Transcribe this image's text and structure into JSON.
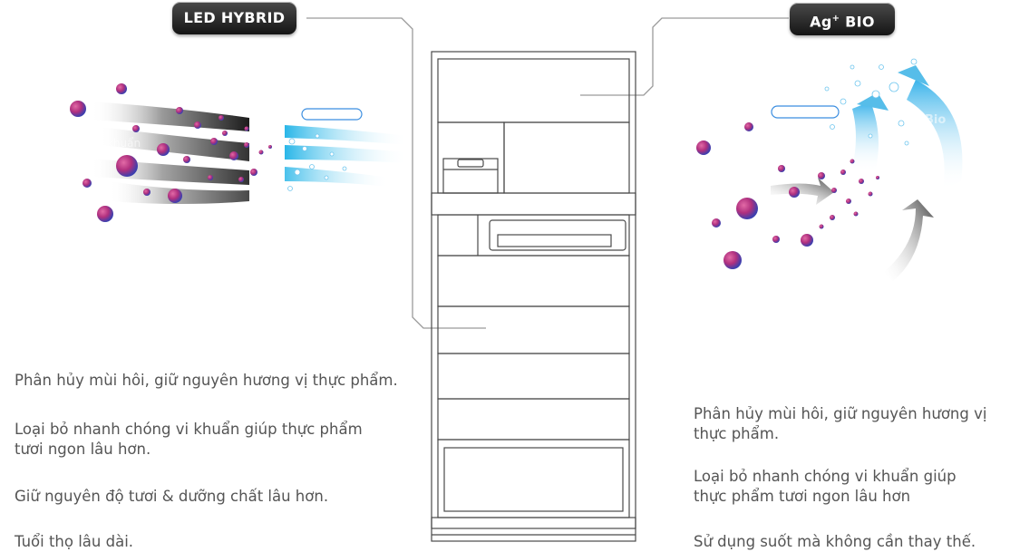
{
  "badges": {
    "left": "LED HYBRID",
    "right_main": "Ag",
    "right_sup": "+",
    "right_tail": " BIO"
  },
  "left_features": [
    "Phân hủy mùi hôi, giữ nguyên hương vị thực phẩm.",
    "Loại bỏ nhanh chóng vi khuẩn giúp thực phẩm tươi ngon lâu hơn.",
    "Giữ nguyên độ tươi & dưỡng chất lâu hơn.",
    "Tuổi thọ lâu dài."
  ],
  "right_features": [
    "Phân hủy mùi hôi, giữ nguyên hương vị thực phẩm.",
    "Loại bỏ nhanh chóng vi khuẩn giúp thực phẩm tươi ngon lâu hơn",
    "Sử dụng suốt mà không cần thay thế."
  ],
  "faded_labels": {
    "left_stream": "khuẩn",
    "right_stream": "Bio"
  },
  "colors": {
    "particle_pink": "#c2266e",
    "particle_blue": "#3b4fb8",
    "cyan_stream": "#29b6e8",
    "connector": "#9a9a9a"
  }
}
